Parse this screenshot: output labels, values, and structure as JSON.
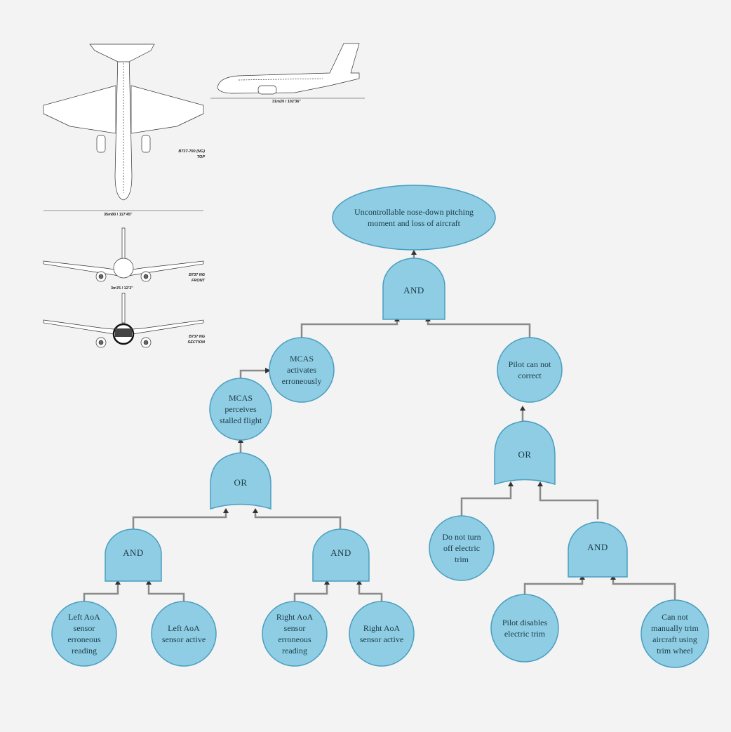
{
  "colors": {
    "node_fill": "#8ecde3",
    "node_stroke": "#4a9ec0",
    "connector": "#888888",
    "background": "#f3f3f3"
  },
  "aircraft": {
    "top_tag_1": "B737-700 (NG)",
    "top_tag_2": "TOP",
    "side_dim": "31m20 / 102'36\"",
    "top_dim": "35m80 / 117'45\"",
    "front_tag_1": "B737 NG",
    "front_tag_2": "FRONT",
    "front_dim": "3m76 / 12'3\"",
    "section_tag_1": "B737 NG",
    "section_tag_2": "SECTION"
  },
  "tree": {
    "top_event": "Uncontrollable nose-down pitching moment and loss of aircraft",
    "gate_top": "AND",
    "mcas_erroneous": "MCAS activates erroneously",
    "pilot_cannot_correct": "Pilot can not correct",
    "mcas_perceives": "MCAS perceives stalled flight",
    "gate_or_left": "OR",
    "gate_or_right": "OR",
    "gate_and_left": "AND",
    "gate_and_mid": "AND",
    "gate_and_right": "AND",
    "left_aoa_erroneous": "Left AoA sensor erroneous reading",
    "left_aoa_active": "Left AoA sensor active",
    "right_aoa_erroneous": "Right AoA sensor erroneous reading",
    "right_aoa_active": "Right AoA sensor active",
    "no_turn_off_trim": "Do not turn off electric trim",
    "pilot_disables_trim": "Pilot disables electric trim",
    "cannot_manual_trim": "Can not manually trim aircraft using trim wheel"
  }
}
